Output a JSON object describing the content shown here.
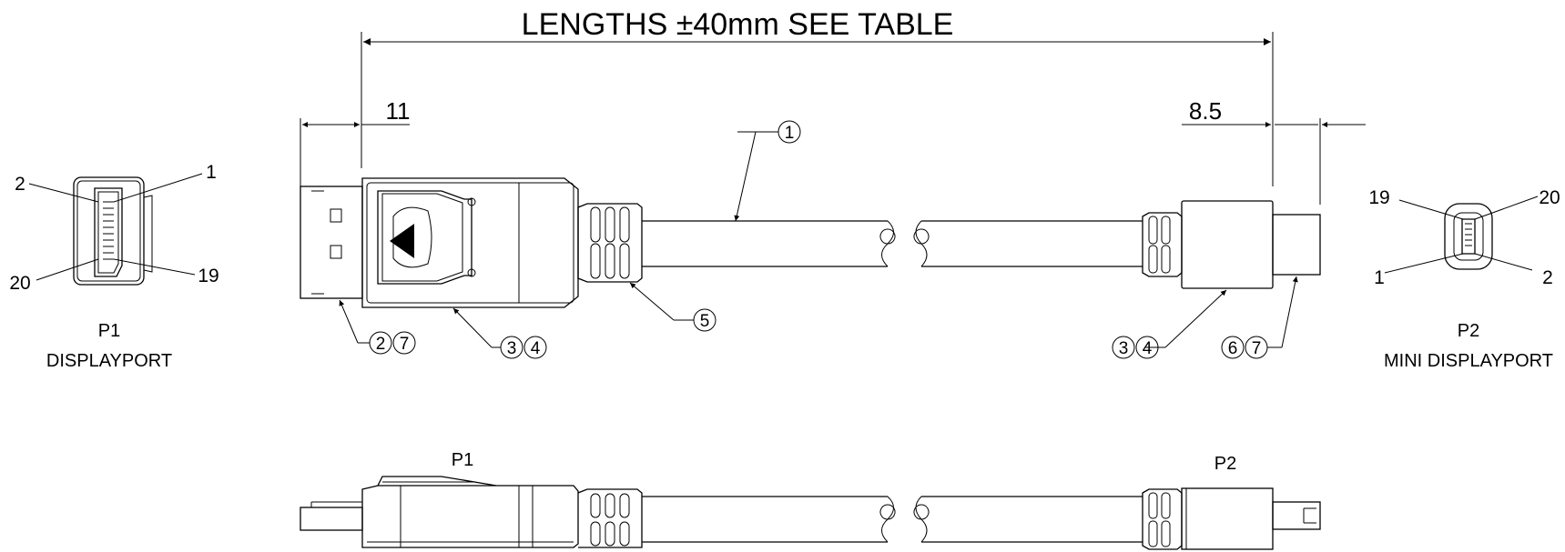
{
  "dimensions": {
    "overall": "LENGTHS ±40mm SEE TABLE",
    "p1_offset": "11",
    "p2_offset": "8.5"
  },
  "callouts": {
    "c1": "1",
    "c27a": "2",
    "c27b": "7",
    "c34a_left": "3",
    "c34b_left": "4",
    "c5": "5",
    "c34a_right": "3",
    "c34b_right": "4",
    "c67a": "6",
    "c67b": "7"
  },
  "p1_face": {
    "name": "P1",
    "type": "DISPLAYPORT",
    "pins": {
      "top_left": "2",
      "top_right": "1",
      "bottom_left": "20",
      "bottom_right": "19"
    }
  },
  "p2_face": {
    "name": "P2",
    "type": "MINI DISPLAYPORT",
    "pins": {
      "top_left": "19",
      "top_right": "20",
      "bottom_left": "1",
      "bottom_right": "2"
    }
  },
  "side_view": {
    "p1_label": "P1",
    "p2_label": "P2"
  }
}
